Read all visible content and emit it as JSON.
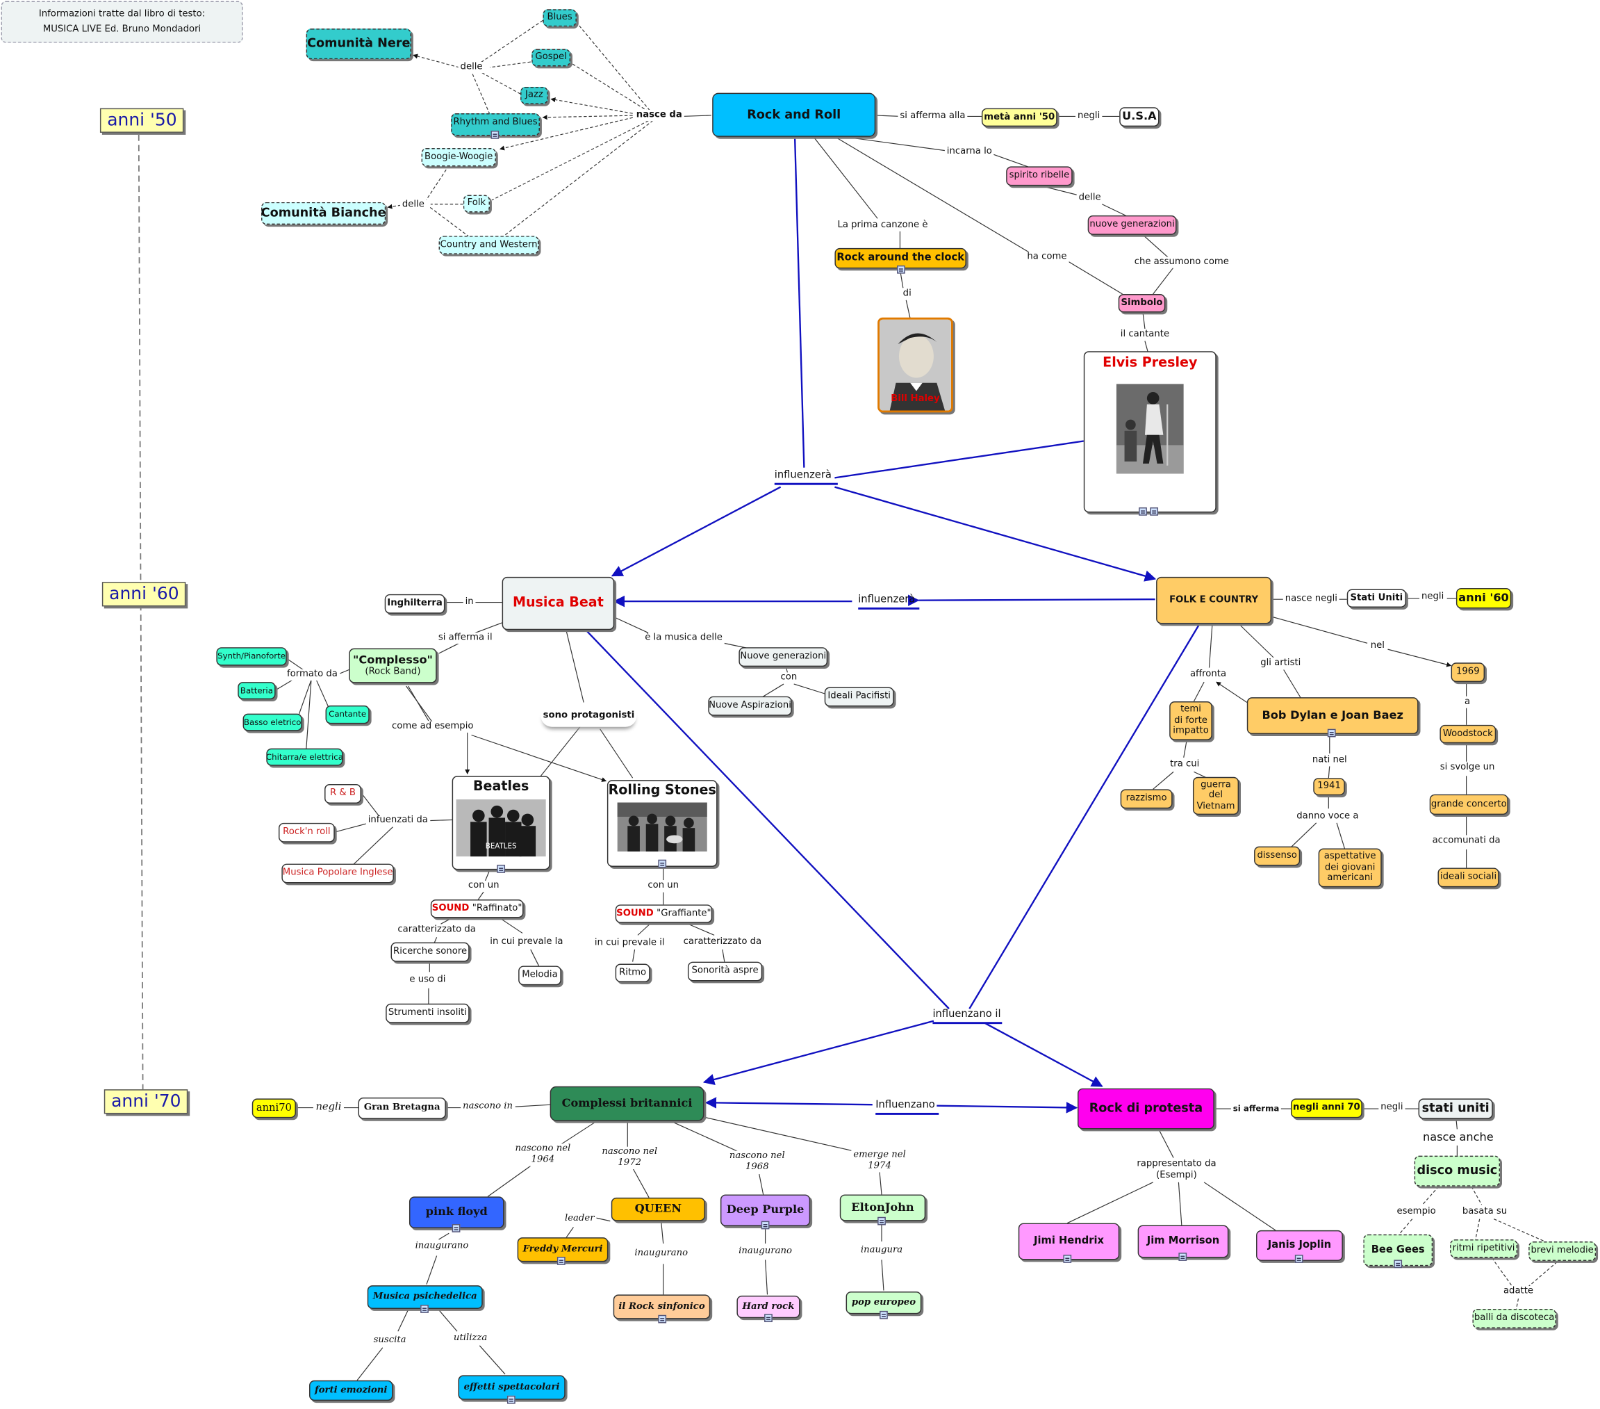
{
  "info": {
    "line1": "Informazioni tratte dal libro di testo:",
    "line2": "MUSICA LIVE    Ed. Bruno Mondadori"
  },
  "eras": {
    "e50": "anni '50",
    "e60": "anni '60",
    "e70": "anni '70"
  },
  "rock": {
    "title": "Rock and Roll",
    "nasce_da": "nasce da",
    "si_afferma": "si afferma alla",
    "meta50": "metà anni '50",
    "negli": "negli",
    "usa": "U.S.A",
    "incarna": "incarna lo",
    "spirito": "spirito ribelle",
    "delle": "delle",
    "nuove_gen": "nuove generazioni",
    "assumono": "che assumono come",
    "ha_come": "ha come",
    "simbolo": "Simbolo",
    "il_cantante": "il cantante",
    "elvis": "Elvis Presley",
    "prima": "La prima canzone è",
    "around": "Rock around the clock",
    "di": "di",
    "haley": "Bill Haley"
  },
  "origins": {
    "nere": "Comunità Nere",
    "bianche": "Comunità Bianche",
    "delle1": "delle",
    "delle2": "delle",
    "blues": "Blues",
    "gospel": "Gospel",
    "jazz": "Jazz",
    "rnb": "Rhythm and Blues",
    "boogie": "Boogie-Woogie",
    "folk": "Folk",
    "country": "Country and Western"
  },
  "beat": {
    "title": "Musica Beat",
    "inghilterra": "Inghilterra",
    "in": "in",
    "si_afferma": "si afferma il",
    "complesso": "\"Complesso\"",
    "rockband": "(Rock Band)",
    "formato": "formato da",
    "synth": "Synth/Pianoforte",
    "batteria": "Batteria",
    "basso": "Basso eletrico",
    "cantante": "Cantante",
    "chitarra": "Chitarra/e elettrica",
    "esempio": "come ad esempio",
    "protagonisti": "sono protagonisti",
    "musica_delle": "è la musica delle",
    "nuove_gen": "Nuove generazioni",
    "con": "con",
    "aspirazioni": "Nuove Aspirazioni",
    "ideali": "Ideali Pacifisti"
  },
  "beatles": {
    "title": "Beatles",
    "rb": "R & B",
    "rocknroll": "Rock'n roll",
    "popolare": "Musica Popolare Inglese",
    "influenzati": "infuenzati da",
    "con_un": "con un",
    "sound": "SOUND",
    "raffinato": "\"Raffinato\"",
    "caratt": "caratterizzato da",
    "prevale": "in cui prevale la",
    "ricerche": "Ricerche sonore",
    "uso": "e uso di",
    "strumenti": "Strumenti insoliti",
    "melodia": "Melodia"
  },
  "stones": {
    "title": "Rolling Stones",
    "con_un": "con un",
    "sound": "SOUND",
    "graffiante": "\"Graffiante\"",
    "prevale": "in cui prevale il",
    "caratt": "caratterizzato da",
    "ritmo": "Ritmo",
    "aspre": "Sonorità  aspre"
  },
  "folk": {
    "title": "FOLK E COUNTRY",
    "nasce": "nasce negli",
    "stati": "Stati Uniti",
    "negli": "negli",
    "anni60": "anni '60",
    "nel": "nel",
    "y1969": "1969",
    "a": "a",
    "woodstock": "Woodstock",
    "svolge": "si svolge un",
    "concerto": "grande concerto",
    "accomunati": "accomunati da",
    "ideali": "ideali sociali",
    "affronta": "affronta",
    "temi": "temi\ndi forte\nimpatto",
    "tra_cui": "tra cui",
    "razzismo": "razzismo",
    "vietnam": "guerra\ndel\nVietnam",
    "artisti": "gli artisti",
    "dylan": "Bob Dylan e Joan Baez",
    "nati": "nati nel",
    "y1941": "1941",
    "danno": "danno voce a",
    "dissenso": "dissenso",
    "aspettative": "aspettative\ndei giovani\namericani"
  },
  "influences": {
    "i1": "influenzerà",
    "i2": "influenzerà",
    "i3": "influenzano il",
    "i4": "Influenzano"
  },
  "british": {
    "title": "Complessi britannici",
    "anni70": "anni70",
    "negli": "negli",
    "gb": "Gran Bretagna",
    "nascono": "nascono in",
    "n1964": "nascono nel\n1964",
    "n1972": "nascono nel\n1972",
    "n1968": "nascono nel\n1968",
    "e1974": "emerge nel\n1974",
    "floyd": "pink floyd",
    "queen": "QUEEN",
    "purple": "Deep Purple",
    "elton": "EltonJohn",
    "inaugurano1": "inaugurano",
    "psiche": "Musica psichedelica",
    "suscita": "suscita",
    "utilizza": "utilizza",
    "emozioni": "forti emozioni",
    "effetti": "effetti spettacolari",
    "leader": "leader",
    "freddy": "Freddy Mercuri",
    "inaugurano2": "inaugurano",
    "sinfonico": "il Rock sinfonico",
    "inaugurano3": "inaugurano",
    "hard": "Hard rock",
    "inaugura": "inaugura",
    "pop": "pop europeo"
  },
  "protesta": {
    "title": "Rock di protesta",
    "afferma": "si afferma",
    "anni70": "negli anni 70",
    "negli": "negli",
    "stati": "stati uniti",
    "nasce": "nasce anche",
    "disco": "disco music",
    "esempio": "esempio",
    "basata": "basata su",
    "bee": "Bee Gees",
    "ritmi": "ritmi ripetitivi",
    "brevi": "brevi melodie",
    "adatte": "adatte",
    "balli": "balli da discoteca",
    "rappresentato": "rappresentato da\n(Esempi)",
    "hendrix": "Jimi Hendrix",
    "morrison": "Jim Morrison",
    "joplin": "Janis Joplin"
  },
  "colors": {
    "blue_link": "#1010c0",
    "rock": "#00bfff",
    "beat": "#eef3f3",
    "folk": "#ffcc66",
    "british": "#2e8b57",
    "protesta": "#ff00ee"
  }
}
